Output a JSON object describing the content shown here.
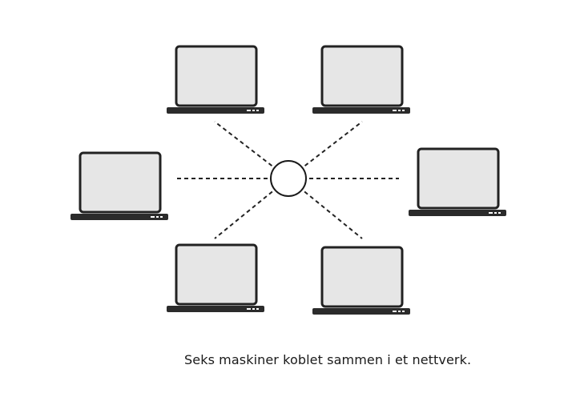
{
  "caption": "Seks maskiner koblet sammen i et nettverk.",
  "network": {
    "hub": {
      "shape": "circle",
      "fill": "#ffffff",
      "stroke": "#1a1a1a"
    },
    "devices": [
      {
        "id": "top-left",
        "icon": "laptop-icon"
      },
      {
        "id": "top-right",
        "icon": "laptop-icon"
      },
      {
        "id": "left",
        "icon": "laptop-icon"
      },
      {
        "id": "right",
        "icon": "laptop-icon"
      },
      {
        "id": "bottom-left",
        "icon": "laptop-icon"
      },
      {
        "id": "bottom-right",
        "icon": "laptop-icon"
      }
    ],
    "connection_style": "dashed"
  },
  "colors": {
    "screen_fill": "#e6e6e6",
    "outline": "#222222",
    "base": "#2b2b2b",
    "indicator": "#ffffff"
  }
}
